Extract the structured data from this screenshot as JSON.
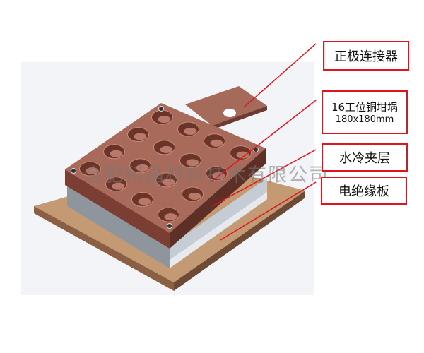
{
  "labels": [
    {
      "title": "正极连接器"
    },
    {
      "title": "16工位铜坩埚",
      "subtitle": "180x180mm"
    },
    {
      "title": "水冷夹层"
    },
    {
      "title": "电绝缘板"
    }
  ],
  "watermark": "合肥科晶材料技术有限公司",
  "colors": {
    "copper": "#9a5a4c",
    "leader": "#e0141e",
    "board": "#b98a66",
    "cooling": "#9aa0a8"
  },
  "crucible_grid": {
    "rows": 4,
    "cols": 4
  }
}
